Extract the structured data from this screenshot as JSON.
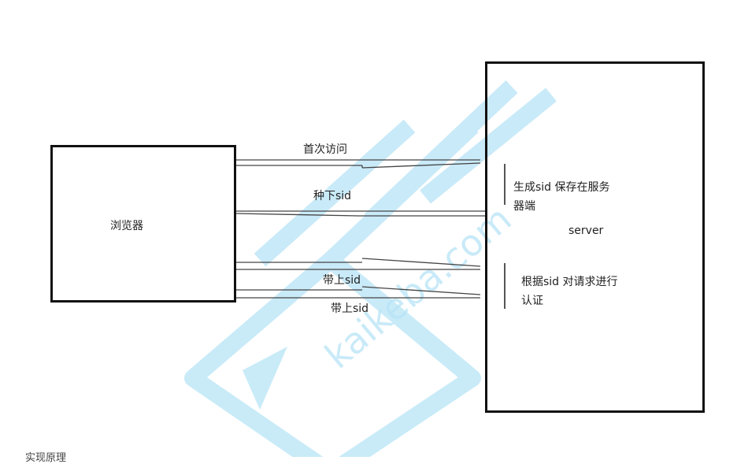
{
  "browser": {
    "label": "浏览器"
  },
  "server": {
    "label": "server",
    "note_generate": [
      "生成sid 保存在服务",
      "器端"
    ],
    "note_auth": [
      "根据sid 对请求进行",
      "认证"
    ]
  },
  "arrows": [
    {
      "label": "首次访问",
      "direction": "browser-to-server"
    },
    {
      "label": "种下sid",
      "direction": "server-to-browser"
    },
    {
      "label": "带上sid",
      "direction": "browser-to-server"
    },
    {
      "label": "带上sid",
      "direction": "browser-to-server"
    }
  ],
  "footer": {
    "text": "实现原理"
  },
  "colors": {
    "stroke": "#111111",
    "watermark": "#9fd8f2"
  }
}
